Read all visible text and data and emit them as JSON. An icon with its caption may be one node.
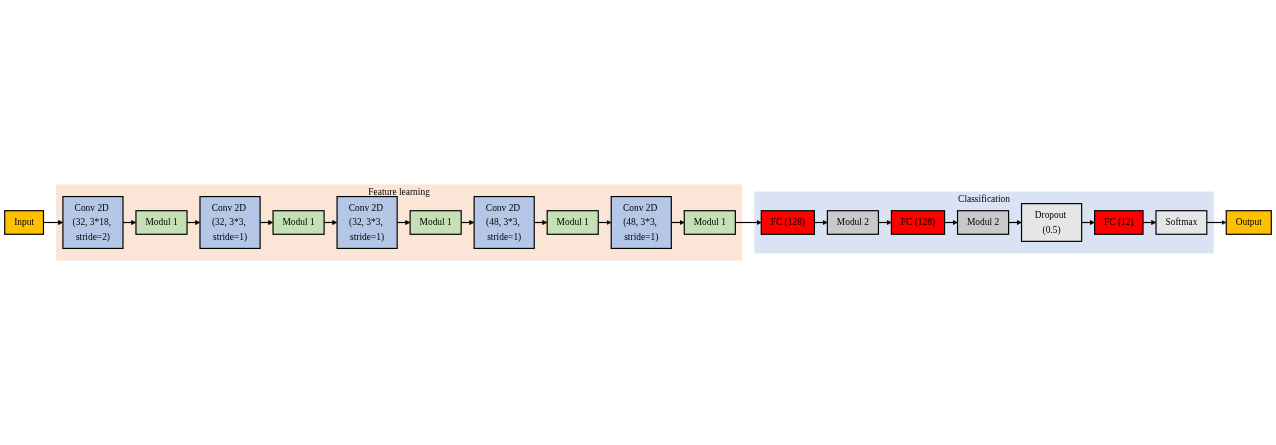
{
  "diagram": {
    "nodes": [
      {
        "text": [
          "Input"
        ]
      },
      {
        "text": [
          "Feature learning"
        ]
      },
      {
        "text": [
          "Conv 2D (32, 3*18, stride=2)"
        ],
        "in": 1
      },
      {
        "text": [
          "Modul 1"
        ],
        "in": 1
      },
      {
        "text": [
          "Conv 2D (32, 3*3, stride=1)"
        ],
        "in": 1
      },
      {
        "text": [
          "Modul 1"
        ],
        "in": 1
      },
      {
        "text": [
          "Conv 2D (32, 3*3, stride=1)"
        ],
        "in": 1
      },
      {
        "text": [
          "Modul 1"
        ],
        "in": 1
      },
      {
        "text": [
          "Conv 2D (48, 3*3, stride=1)"
        ],
        "in": 1
      },
      {
        "text": [
          "Modul 1"
        ],
        "in": 1
      },
      {
        "text": [
          "Conv 2D (48, 3*3, stride=1)"
        ],
        "in": 1
      },
      {
        "text": [
          "Modul 1"
        ],
        "in": 1
      },
      {
        "text": [
          "Classification"
        ]
      },
      {
        "text": [
          "FC (128)"
        ],
        "in": 12
      },
      {
        "text": [
          "Modul 2"
        ],
        "in": 12
      },
      {
        "text": [
          "FC (128)"
        ],
        "in": 12
      },
      {
        "text": [
          "Modul 2"
        ],
        "in": 12
      },
      {
        "text": [
          "Dropout (0.5)"
        ],
        "in": 12
      },
      {
        "text": [
          "FC (12)"
        ],
        "in": 12
      },
      {
        "text": [
          "Softmax"
        ],
        "in": 12
      },
      {
        "text": [
          "Output"
        ]
      }
    ],
    "edges": [
      {
        "from": 0,
        "to": 2,
        "arrow": "to"
      },
      {
        "from": 2,
        "to": 3,
        "arrow": "to"
      },
      {
        "from": 3,
        "to": 4,
        "arrow": "to"
      },
      {
        "from": 4,
        "to": 5,
        "arrow": "to"
      },
      {
        "from": 5,
        "to": 6,
        "arrow": "to"
      },
      {
        "from": 6,
        "to": 7,
        "arrow": "to"
      },
      {
        "from": 7,
        "to": 8,
        "arrow": "to"
      },
      {
        "from": 8,
        "to": 9,
        "arrow": "to"
      },
      {
        "from": 9,
        "to": 10,
        "arrow": "to"
      },
      {
        "from": 10,
        "to": 11,
        "arrow": "to"
      },
      {
        "from": 11,
        "to": 13,
        "arrow": "to"
      },
      {
        "from": 13,
        "to": 14,
        "arrow": "to"
      },
      {
        "from": 14,
        "to": 15,
        "arrow": "to"
      },
      {
        "from": 15,
        "to": 16,
        "arrow": "to"
      },
      {
        "from": 16,
        "to": 17,
        "arrow": "to"
      },
      {
        "from": 17,
        "to": 18,
        "arrow": "to"
      },
      {
        "from": 18,
        "to": 19,
        "arrow": "to"
      },
      {
        "from": 19,
        "to": 20,
        "arrow": "to"
      }
    ]
  }
}
